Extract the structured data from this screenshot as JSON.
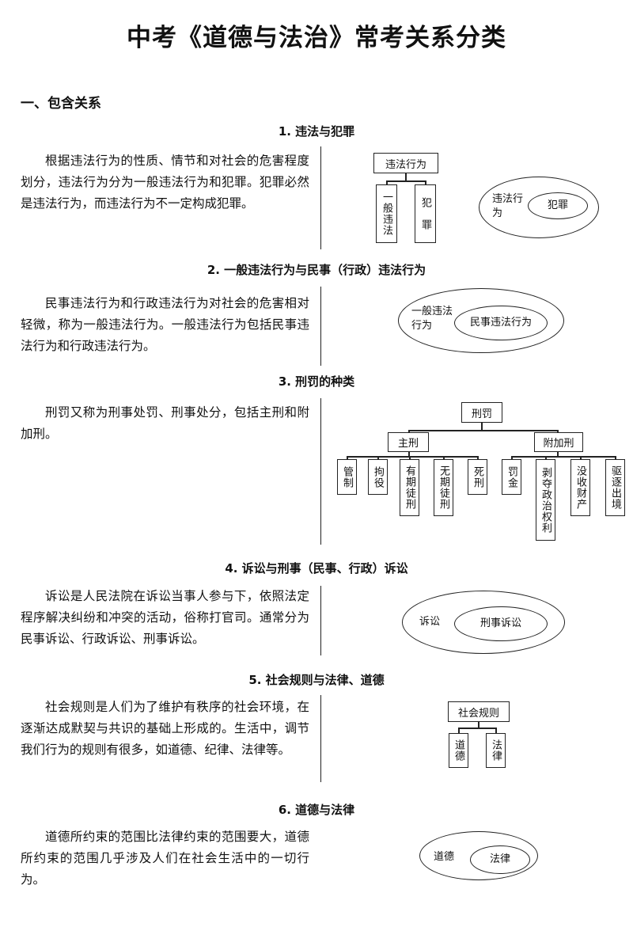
{
  "title": "中考《道德与法治》常考关系分类",
  "part_heading": "一、包含关系",
  "sections": [
    {
      "heading": "1. 违法与犯罪",
      "text": "根据违法行为的性质、情节和对社会的危害程度划分，违法行为分为一般违法行为和犯罪。犯罪必然是违法行为，而违法行为不一定构成犯罪。",
      "tree": {
        "root": "违法行为",
        "children": [
          "一般违法",
          "犯　罪"
        ]
      },
      "venn": {
        "outer": "违法行为",
        "inner": "犯罪"
      }
    },
    {
      "heading": "2. 一般违法行为与民事（行政）违法行为",
      "text": "民事违法行为和行政违法行为对社会的危害相对轻微，称为一般违法行为。一般违法行为包括民事违法行为和行政违法行为。",
      "venn": {
        "outer": "一般违法行为",
        "inner": "民事违法行为"
      }
    },
    {
      "heading": "3. 刑罚的种类",
      "text": "刑罚又称为刑事处罚、刑事处分，包括主刑和附加刑。",
      "tree": {
        "root": "刑罚",
        "main": {
          "label": "主刑",
          "items": [
            "管制",
            "拘役",
            "有期徒刑",
            "无期徒刑",
            "死刑"
          ]
        },
        "extra": {
          "label": "附加刑",
          "items": [
            "罚金",
            "剥夺政治权利",
            "没收财产",
            "驱逐出境"
          ]
        }
      }
    },
    {
      "heading": "4. 诉讼与刑事（民事、行政）诉讼",
      "text": "诉讼是人民法院在诉讼当事人参与下，依照法定程序解决纠纷和冲突的活动，俗称打官司。通常分为民事诉讼、行政诉讼、刑事诉讼。",
      "venn": {
        "outer": "诉讼",
        "inner": "刑事诉讼"
      }
    },
    {
      "heading": "5. 社会规则与法律、道德",
      "text": "社会规则是人们为了维护有秩序的社会环境，在逐渐达成默契与共识的基础上形成的。生活中，调节我们行为的规则有很多，如道德、纪律、法律等。",
      "tree": {
        "root": "社会规则",
        "children": [
          "道德",
          "法律"
        ]
      }
    },
    {
      "heading": "6. 道德与法律",
      "text": "道德所约束的范围比法律约束的范围要大，道德所约束的范围几乎涉及人们在社会生活中的一切行为。",
      "venn": {
        "outer": "道德",
        "inner": "法律"
      }
    }
  ]
}
